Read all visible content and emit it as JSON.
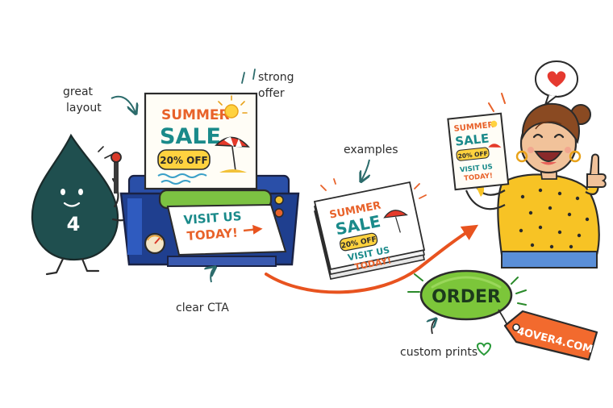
{
  "annotations": {
    "great_layout": [
      "great",
      "layout"
    ],
    "strong_offer": [
      "strong",
      "offer"
    ],
    "examples": "examples",
    "clear_cta": "clear CTA",
    "custom_prints": "custom prints"
  },
  "mascot": {
    "badge": "4"
  },
  "flyer_main": {
    "line1": "SUMMER",
    "line2": "SALE",
    "discount": "20% OFF"
  },
  "output_sheet": {
    "line1": "VISIT US",
    "line2": "TODAY!"
  },
  "stack_flyer": {
    "line1": "SUMMER",
    "line2": "SALE",
    "discount": "20% OFF",
    "cta1": "VISIT US",
    "cta2": "TODAY!"
  },
  "held_flyer": {
    "line1": "SUMMER",
    "line2": "SALE",
    "discount": "20% OFF",
    "cta1": "VISIT US",
    "cta2": "TODAY!"
  },
  "order_button": {
    "label": "ORDER"
  },
  "tag": {
    "label": "4OVER4.COM"
  },
  "colors": {
    "drop": "#1f4f4f",
    "printer_blue": "#1f3f8f",
    "roller_green": "#7cc242",
    "sale_teal": "#1a8a8a",
    "summer_orange": "#e8622a",
    "offer_yellow": "#ffd23f",
    "order_green": "#7cc63a",
    "tag_orange": "#f26a2e",
    "sweater_yellow": "#f7c325"
  },
  "icons": [
    "sun-icon",
    "umbrella-icon",
    "heart-icon",
    "thumbs-up-icon"
  ]
}
